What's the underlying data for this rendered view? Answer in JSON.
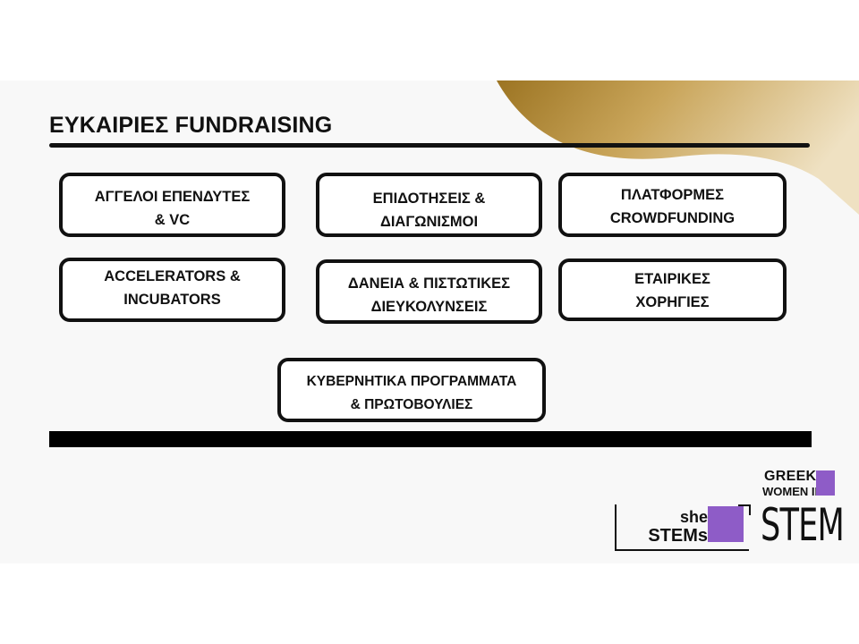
{
  "slide": {
    "title": "ΕΥΚΑΙΡΙΕΣ FUNDRAISING",
    "accent_gold": "#b8892f",
    "accent_purple": "#8e5cc7"
  },
  "boxes": [
    {
      "line1": "ΑΓΓΕΛΟΙ ΕΠΕΝΔΥΤΕΣ",
      "line2": "& VC"
    },
    {
      "line1": "ΕΠΙΔΟΤΗΣΕΙΣ &",
      "line2": "ΔΙΑΓΩΝΙΣΜΟΙ"
    },
    {
      "line1": "ΠΛΑΤΦΟΡΜΕΣ",
      "line2": "CROWDFUNDING"
    },
    {
      "line1": "ACCELERATORS &",
      "line2": "INCUBATORS"
    },
    {
      "line1": "ΔΑΝΕΙΑ & ΠΙΣΤΩΤΙΚΕΣ",
      "line2": "ΔΙΕΥΚΟΛΥΝΣΕΙΣ"
    },
    {
      "line1": "ΕΤΑΙΡΙΚΕΣ",
      "line2": "ΧΟΡΗΓΙΕΣ"
    },
    {
      "line1": "ΚΥΒΕΡΝΗΤΙΚΑ ΠΡΟΓΡΑΜΜΑΤΑ",
      "line2": "& ΠΡΩΤΟΒΟΥΛΙΕΣ"
    }
  ],
  "logos": {
    "she_stems": {
      "line1": "she",
      "line2": "STEMs"
    },
    "greek_women_in_stem": {
      "line1": "GREEK",
      "line2": "WOMEN IN",
      "line3": "STEM"
    }
  }
}
